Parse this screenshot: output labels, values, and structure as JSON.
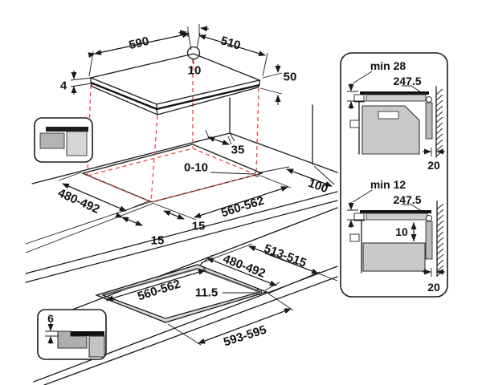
{
  "top_view": {
    "width": "590",
    "depth": "510",
    "cable_hole": "10",
    "glass_thickness": "4",
    "body_height": "50"
  },
  "cutout_view": {
    "corner_detail": "35",
    "edge_gap": "0-10",
    "depth": "480-492",
    "width": "560-562",
    "side_margin": "15",
    "front_margin": "15",
    "wall_distance": "100"
  },
  "flush_view": {
    "rebate_depth": "513-515",
    "inner_depth": "480-492",
    "inner_width": "560-562",
    "ledge": "11.5",
    "rebate_width": "593-595",
    "recess": "6"
  },
  "clearance_top": {
    "min_clearance": "min 28",
    "duct_depth": "247.5",
    "vent_gap": "20"
  },
  "clearance_bottom": {
    "min_clearance": "min 12",
    "duct_depth": "247.5",
    "drawer_gap": "10",
    "vent_gap": "20"
  },
  "colors": {
    "line": "#1a1a1a",
    "projection_red": "#e8483f",
    "appliance_gray": "#c9c9c9"
  }
}
